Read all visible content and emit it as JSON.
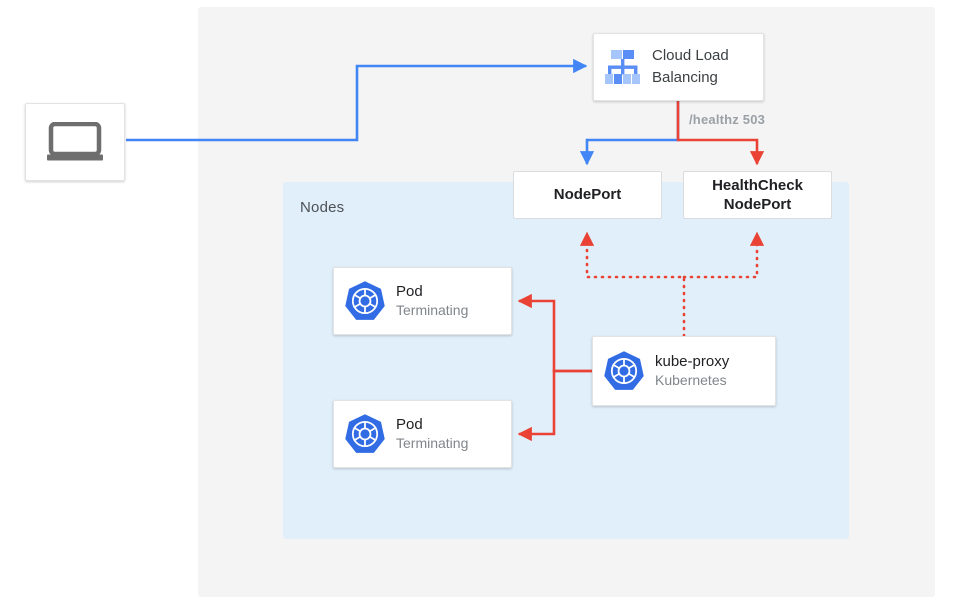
{
  "diagram": {
    "title": "Kubernetes NodePort health check traffic flow",
    "colors": {
      "outer_panel": "#f4f4f4",
      "nodes_panel": "#e1effb",
      "blue_edge": "#4285f4",
      "red_edge": "#ea4335",
      "card_background": "#ffffff",
      "text_primary": "#202124",
      "text_secondary": "#80868b",
      "kubernetes_blue": "#326ce5"
    },
    "regions": {
      "nodes_label": "Nodes"
    },
    "nodes": {
      "client": {
        "icon": "laptop-icon",
        "label": ""
      },
      "cloud_load_balancing": {
        "icon": "cloud-load-balancing-icon",
        "label_line_1": "Cloud Load",
        "label_line_2": "Balancing"
      },
      "nodeport": {
        "label": "NodePort"
      },
      "healthcheck_nodeport": {
        "label_line_1": "HealthCheck",
        "label_line_2": "NodePort"
      },
      "pod_1": {
        "icon": "kubernetes-icon",
        "title": "Pod",
        "subtitle": "Terminating"
      },
      "pod_2": {
        "icon": "kubernetes-icon",
        "title": "Pod",
        "subtitle": "Terminating"
      },
      "kube_proxy": {
        "icon": "kubernetes-icon",
        "title": "kube-proxy",
        "subtitle": "Kubernetes"
      }
    },
    "edges": {
      "healthz_label": "/healthz 503"
    }
  }
}
